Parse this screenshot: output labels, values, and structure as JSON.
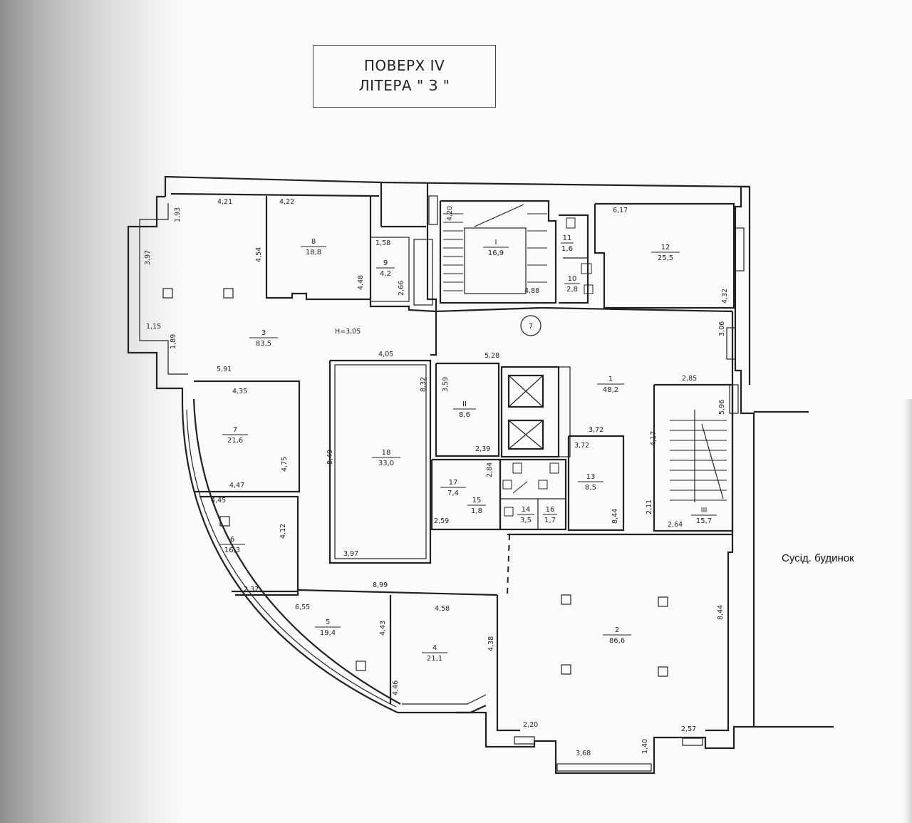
{
  "header": {
    "floor": "ПОВЕРХ  IV",
    "letter": "ЛІТЕРА \" З \""
  },
  "ceiling_height": "Н=3,05",
  "neighbor_label": "Сусід. будинок",
  "staircase_marker": "7",
  "rooms": [
    {
      "id": "I",
      "area": "16,9"
    },
    {
      "id": "II",
      "area": "8,6"
    },
    {
      "id": "III",
      "area": "15,7"
    },
    {
      "id": "1",
      "area": "48,2"
    },
    {
      "id": "2",
      "area": "86,6"
    },
    {
      "id": "3",
      "area": "83,5"
    },
    {
      "id": "4",
      "area": "21,1"
    },
    {
      "id": "5",
      "area": "19,4"
    },
    {
      "id": "6",
      "area": "16,3"
    },
    {
      "id": "7",
      "area": "21,6"
    },
    {
      "id": "8",
      "area": "18,8"
    },
    {
      "id": "9",
      "area": "4,2"
    },
    {
      "id": "10",
      "area": "2,8"
    },
    {
      "id": "11",
      "area": "1,6"
    },
    {
      "id": "12",
      "area": "25,5"
    },
    {
      "id": "13",
      "area": "8,5"
    },
    {
      "id": "14",
      "area": "3,5"
    },
    {
      "id": "15",
      "area": "1,8"
    },
    {
      "id": "16",
      "area": "1,7"
    },
    {
      "id": "17",
      "area": "7,4"
    },
    {
      "id": "18",
      "area": "33,0"
    }
  ],
  "dimensions": [
    "4,21",
    "1,93",
    "3,97",
    "1,15",
    "1,89",
    "4,22",
    "4,54",
    "4,48",
    "1,58",
    "2,66",
    "4,20",
    "4,88",
    "6,17",
    "4,32",
    "3,06",
    "5,91",
    "4,05",
    "8,32",
    "5,28",
    "3,59",
    "2,39",
    "2,85",
    "5,96",
    "4,17",
    "3,72",
    "3,72",
    "2,84",
    "8,44",
    "2,11",
    "2,64",
    "2,59",
    "4,35",
    "4,75",
    "4,47",
    "4,45",
    "4,12",
    "2,32",
    "8,49",
    "3,97",
    "8,99",
    "6,55",
    "4,43",
    "4,58",
    "4,38",
    "4,46",
    "8,44",
    "2,20",
    "2,57",
    "1,40",
    "3,68"
  ]
}
